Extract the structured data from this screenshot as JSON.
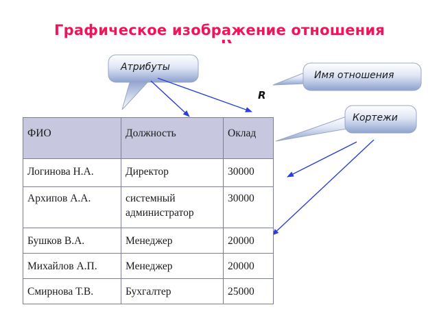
{
  "slide": {
    "title": "Графическое изображение отношения",
    "title_tail": "R"
  },
  "callouts": {
    "attributes": "Атрибуты",
    "relation_name": "Имя отношения",
    "tuples": "Кортежи"
  },
  "relation_label": "R",
  "table": {
    "headers": [
      "ФИО",
      "Должность",
      "Оклад"
    ],
    "rows": [
      [
        "Логинова Н.А.",
        "Директор",
        "30000"
      ],
      [
        "Архипов А.А.",
        "системный администратор",
        "30000"
      ],
      [
        "Бушков В.А.",
        "Менеджер",
        "20000"
      ],
      [
        "Михайлов А.П.",
        "Менеджер",
        "20000"
      ],
      [
        "Смирнова Т.В.",
        "Бухгалтер",
        "25000"
      ]
    ]
  },
  "colors": {
    "title": "#f0145a",
    "callout_fill_top": "#ffffff",
    "callout_fill_bottom": "#8ea2cf",
    "arrow": "#2a3fd6",
    "header_bg": "#c7c7df"
  }
}
